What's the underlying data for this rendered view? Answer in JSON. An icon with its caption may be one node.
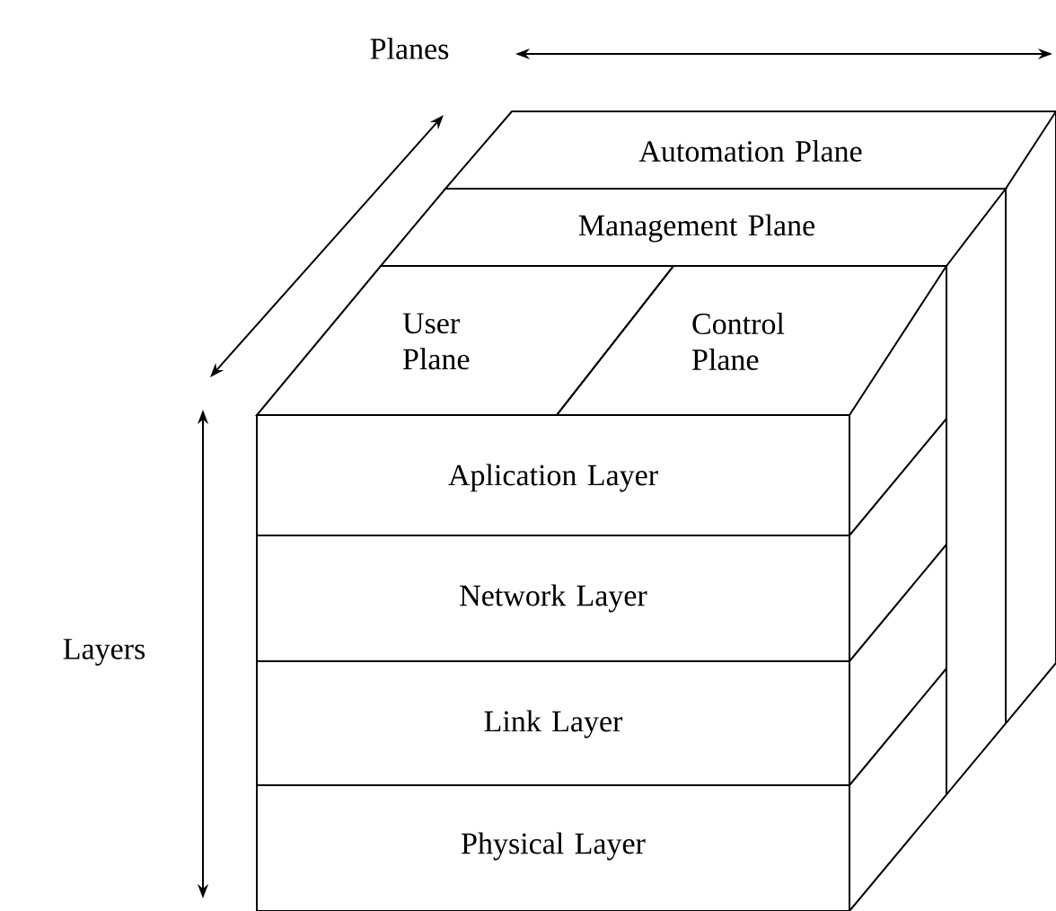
{
  "diagram": {
    "nodes": [
      {
        "text": [
          "Automation Plane"
        ]
      },
      {
        "text": [
          "Management Plane"
        ]
      },
      {
        "text": [
          "User Plane"
        ]
      },
      {
        "text": [
          "Control Plane"
        ]
      },
      {
        "text": [
          "Aplication Layer"
        ]
      },
      {
        "text": [
          "Network Layer"
        ]
      },
      {
        "text": [
          "Link Layer"
        ]
      },
      {
        "text": [
          "Physical Layer"
        ]
      }
    ],
    "labels": [
      "Planes",
      "Layers"
    ]
  }
}
